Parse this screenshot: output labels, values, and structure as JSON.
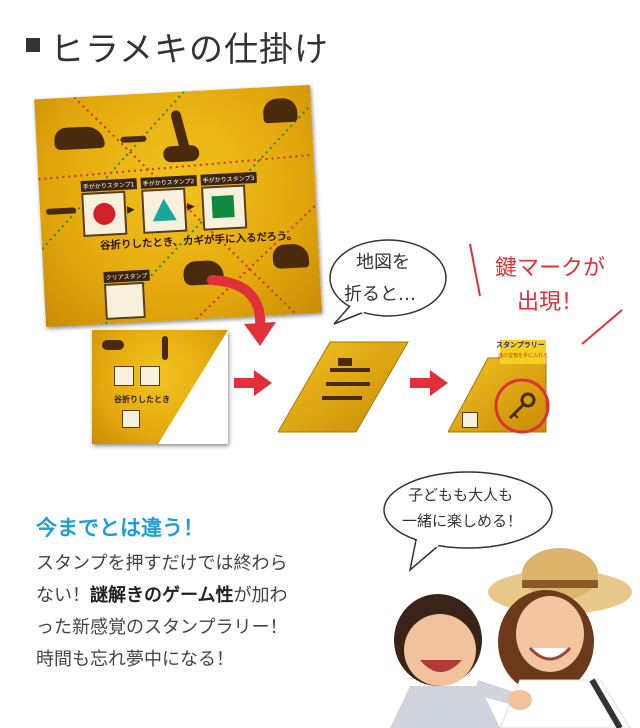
{
  "heading": "ヒラメキの仕掛け",
  "map": {
    "stamp1_label": "手がかりスタンプ1",
    "stamp2_label": "手がかりスタンプ2",
    "stamp3_label": "手がかりスタンプ3",
    "caption": "谷折りしたとき、カギが手に入るだろう。",
    "clear_label": "クリアスタンプ",
    "small_caption": "谷折りしたとき"
  },
  "panel3": {
    "title": "スタンプラリー",
    "subtitle": "謎の宝物を手に入れろ"
  },
  "bubble_map": {
    "line1": "地図を",
    "line2": "折ると…"
  },
  "key_callout": {
    "line1": "鍵マークが",
    "line2": "出現！"
  },
  "bubble_kids": {
    "line1": "子どもも大人も",
    "line2": "一緒に楽しめる！"
  },
  "subhead": "今までとは違う！",
  "body": {
    "p1": "スタンプを押すだけでは終わら",
    "p2a": "ない！",
    "p2b": "謎解きのゲーム性",
    "p2c": "が加わ",
    "p3": "った新感覚のスタンプラリー！",
    "p4": "時間も忘れ夢中になる！"
  },
  "colors": {
    "accent_blue": "#1f9ed6",
    "accent_red": "#e0303a",
    "map_yellow": "#e8b014",
    "dark_brown": "#4a2a0c"
  }
}
